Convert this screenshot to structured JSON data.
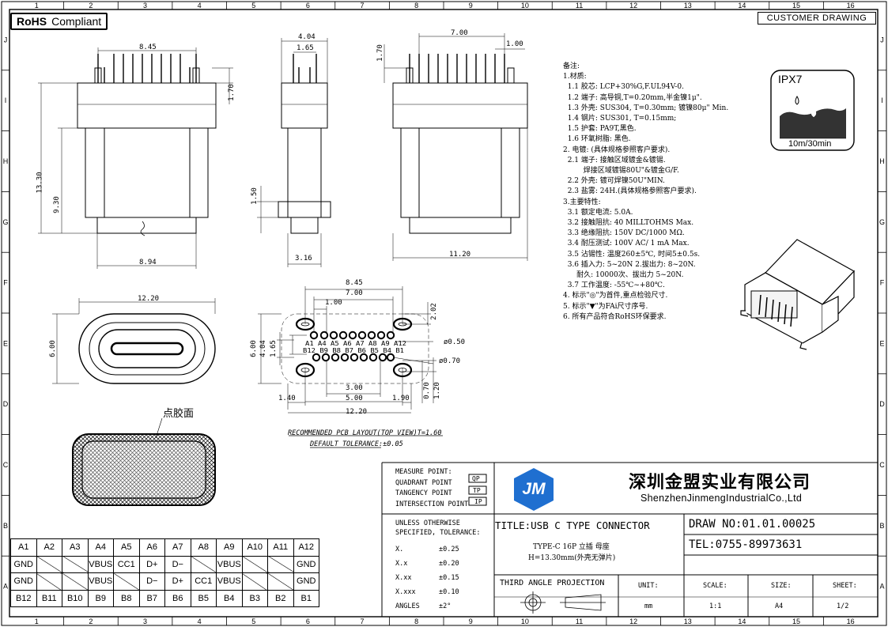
{
  "header": {
    "rohs_bold": "RoHS",
    "rohs_rest": "Compliant",
    "drawing_type": "CUSTOMER DRAWING"
  },
  "grid": {
    "columns": [
      "1",
      "2",
      "3",
      "4",
      "5",
      "6",
      "7",
      "8",
      "9",
      "10",
      "11",
      "12",
      "13",
      "14",
      "15",
      "16"
    ],
    "rows": [
      "J",
      "I",
      "H",
      "G",
      "F",
      "E",
      "D",
      "C",
      "B",
      "A"
    ]
  },
  "dimensions": {
    "top_front_width": "8.45",
    "top_front_pin_height": "1.70",
    "overall_height": "13.30",
    "body_height": "9.30",
    "bottom_width": "8.94",
    "side_width": "4.04",
    "side_pitch": "1.65",
    "side_flange": "1.50",
    "side_bottom": "3.16",
    "right_width": "7.00",
    "right_pitch": "1.00",
    "right_height": "1.70",
    "right_bottom": "11.20",
    "shell_width": "12.20",
    "shell_height": "6.00",
    "pcb_width_top": "8.45",
    "pcb_pin_span": "7.00",
    "pcb_pitch": "1.00",
    "pcb_top_offset": "2.02",
    "pcb_height": "6.00",
    "pcb_row_gap": "4.04",
    "pcb_row_space": "1.65",
    "pcb_small_hole": "ø0.50",
    "pcb_large_hole": "ø0.70",
    "pcb_left": "1.40",
    "pcb_slot_span": "3.00",
    "pcb_center_span": "5.00",
    "pcb_right": "1.90",
    "pcb_h1": "0.70",
    "pcb_h2": "1.20",
    "pcb_total_width": "12.20",
    "glue_label": "点胶面"
  },
  "pcb_pins_top": [
    "A1",
    "A4",
    "A5",
    "A6",
    "A7",
    "A8",
    "A9",
    "A12"
  ],
  "pcb_pins_bottom": [
    "B12",
    "B9",
    "B8",
    "B7",
    "B6",
    "B5",
    "B4",
    "B1"
  ],
  "layout_caption": "RECOMMENDED PCB LAYOUT(TOP VIEW)T=1.60",
  "tolerance_caption": "DEFAULT TOLERANCE:±0.05",
  "notes": [
    "备注:",
    "1.材质:",
    "  1.1 胶芯: LCP+30%G,F.UL94V-0.",
    "  1.2 端子: 高导铜,T=0.20mm,半金镍1μ\".",
    "  1.3 外壳: SUS304, T=0.30mm; 镀镍80μ\" Min.",
    "  1.4 钢片: SUS301, T=0.15mm;",
    "  1.5 护套: PA9T,黑色.",
    "  1.6 环氧树脂: 黑色.",
    "2. 电镀: (具体规格参照客户要求).",
    "  2.1 端子: 接触区域镀金&镀锡.",
    "         焊接区域镀锡80U\"&镀金G/F.",
    "  2.2 外壳: 镀可焊镍50U\"MIN.",
    "  2.3 盐雾: 24H.(具体规格参照客户要求).",
    "3.主要特性:",
    "  3.1 额定电流: 5.0A.",
    "  3.2 接触阻抗: 40 MILLTOHMS Max.",
    "  3.3 绝缘阻抗: 150V DC/1000 MΩ.",
    "  3.4 耐压测试: 100V AC/ 1 mA Max.",
    "  3.5 沾锡性: 温度260±5℃, 时间5±0.5s.",
    "  3.6 插入力: 5~20N  2.拔出力: 8~20N.",
    "      耐久: 10000次、拔出力 5~20N.",
    "  3.7 工作温度: -55℃~+80℃.",
    "4. 标示\"◎\"为首件,重点检验尺寸.",
    "5. 标示\"▼\"为FAi尺寸序号.",
    "6. 所有产品符合RoHS环保要求."
  ],
  "ipx": {
    "rating": "IPX7",
    "depth": "10m/30min"
  },
  "pin_table": {
    "row1": [
      "A1",
      "A2",
      "A3",
      "A4",
      "A5",
      "A6",
      "A7",
      "A8",
      "A9",
      "A10",
      "A11",
      "A12"
    ],
    "row2": [
      "GND",
      "",
      "",
      "VBUS",
      "CC1",
      "D+",
      "D−",
      "",
      "VBUS",
      "",
      "",
      "GND"
    ],
    "row3": [
      "GND",
      "",
      "",
      "VBUS",
      "",
      "D−",
      "D+",
      "CC1",
      "VBUS",
      "",
      "",
      "GND"
    ],
    "row4": [
      "B12",
      "B11",
      "B10",
      "B9",
      "B8",
      "B7",
      "B6",
      "B5",
      "B4",
      "B3",
      "B2",
      "B1"
    ]
  },
  "title_block": {
    "measure_point": "MEASURE POINT:",
    "quadrant": "QUADRANT POINT",
    "quadrant_code": "QP",
    "tangency": "TANGENCY POINT",
    "tangency_code": "TP",
    "intersection": "INTERSECTION POINT",
    "intersection_code": "IP",
    "unless": "UNLESS OTHERWISE",
    "specified": "SPECIFIED, TOLERANCE:",
    "tol": [
      [
        "X.",
        "±0.25"
      ],
      [
        "X.x",
        "±0.20"
      ],
      [
        "X.xx",
        "±0.15"
      ],
      [
        "X.xxx",
        "±0.10"
      ],
      [
        "ANGLES",
        "±2°"
      ]
    ],
    "company_cn": "深圳金盟实业有限公司",
    "company_en": "ShenzhenJinmengIndustrialCo.,Ltd",
    "title": "TITLE:USB C TYPE CONNECTOR",
    "subtitle1": "TYPE-C 16P 立插 母座",
    "subtitle2": "H=13.30mm(外壳无弹片)",
    "draw_no": "DRAW NO:01.01.00025",
    "tel": "TEL:0755-89973631",
    "projection": "THIRD ANGLE PROJECTION",
    "unit_label": "UNIT:",
    "unit": "mm",
    "scale_label": "SCALE:",
    "scale": "1:1",
    "size_label": "SIZE:",
    "size": "A4",
    "sheet_label": "SHEET:",
    "sheet": "1/2"
  }
}
